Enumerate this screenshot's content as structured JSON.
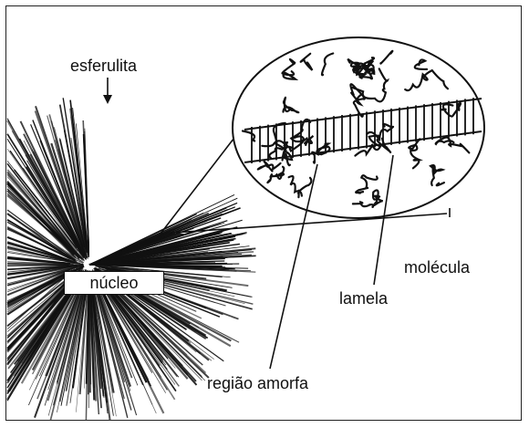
{
  "labels": {
    "spherulite": "esferulita",
    "nucleus": "núcleo",
    "molecule": "molécula",
    "lamella": "lamela",
    "amorphous_region": "região amorfa"
  },
  "colors": {
    "ink": "#111111",
    "background": "#ffffff"
  }
}
